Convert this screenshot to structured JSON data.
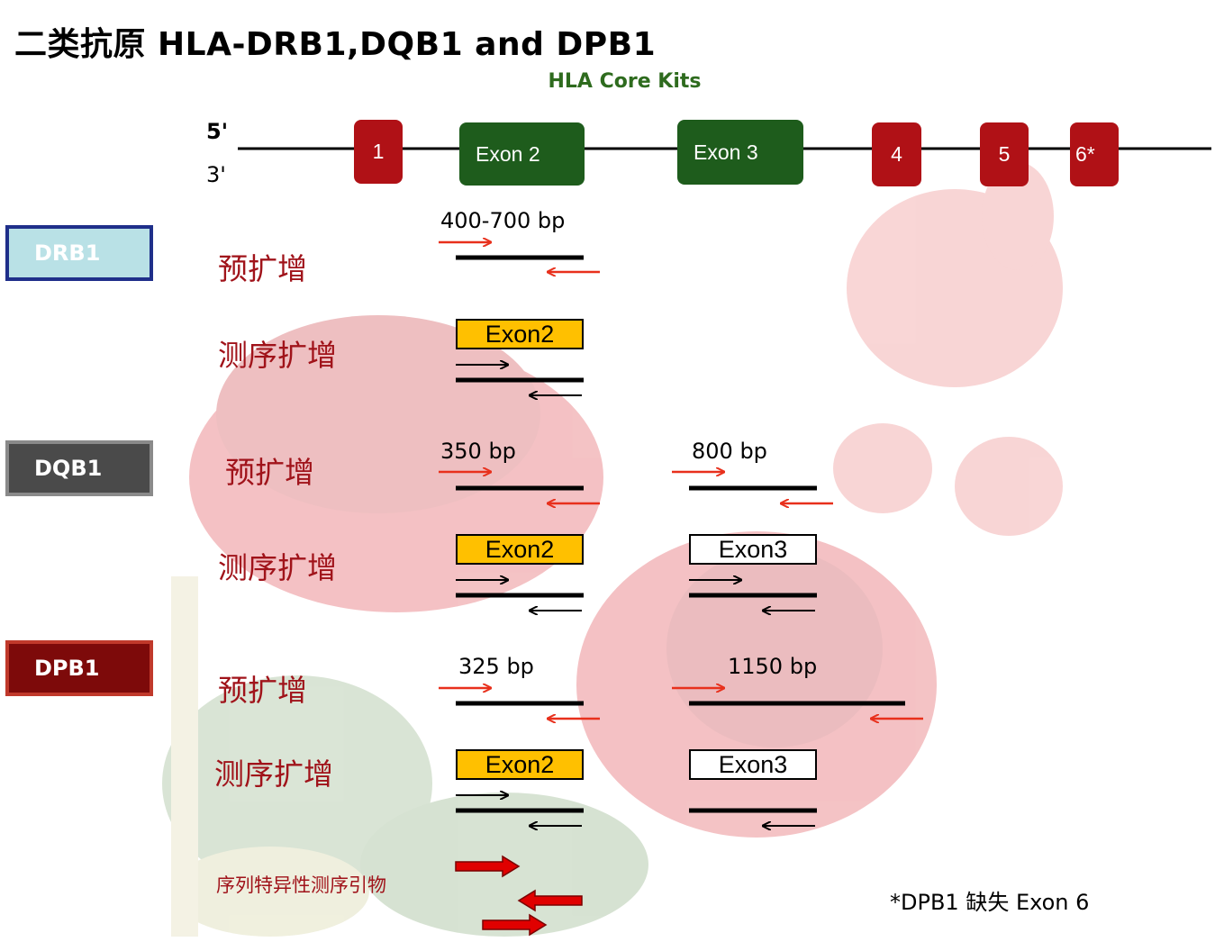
{
  "title": "二类抗原 HLA-DRB1,DQB1 and DPB1",
  "subtitle": "HLA Core Kits",
  "gene_map": {
    "strand_top": "5'",
    "strand_bottom": "3'",
    "exons": [
      "1",
      "Exon 2",
      "Exon 3",
      "4",
      "5",
      "6*"
    ]
  },
  "genes": {
    "drb1": {
      "name": "DRB1",
      "pre_label": "预扩增",
      "seq_label": "测序扩增",
      "pre_size_1": "400-700 bp",
      "seq_box_1": "Exon2"
    },
    "dqb1": {
      "name": "DQB1",
      "pre_label": "预扩增",
      "seq_label": "测序扩增",
      "pre_size_1": "350 bp",
      "pre_size_2": "800 bp",
      "seq_box_1": "Exon2",
      "seq_box_2": "Exon3"
    },
    "dpb1": {
      "name": "DPB1",
      "pre_label": "预扩增",
      "seq_label": "测序扩增",
      "pre_size_1": "325 bp",
      "pre_size_2": "1150 bp",
      "seq_box_1": "Exon2",
      "seq_box_2": "Exon3"
    }
  },
  "legend_label": "序列特异性测序引物",
  "footnote": "*DPB1 缺失 Exon 6",
  "colors": {
    "exon_green": "#1e5c1c",
    "exon_red": "#b01116",
    "primer_red": "#e8301c",
    "drb1_bg": "#b9e1e6",
    "drb1_border": "#1f2f8a",
    "dqb1_bg": "#4a4a4a",
    "dpb1_bg": "#7d0a0a",
    "exon_highlight": "#ffc000"
  }
}
